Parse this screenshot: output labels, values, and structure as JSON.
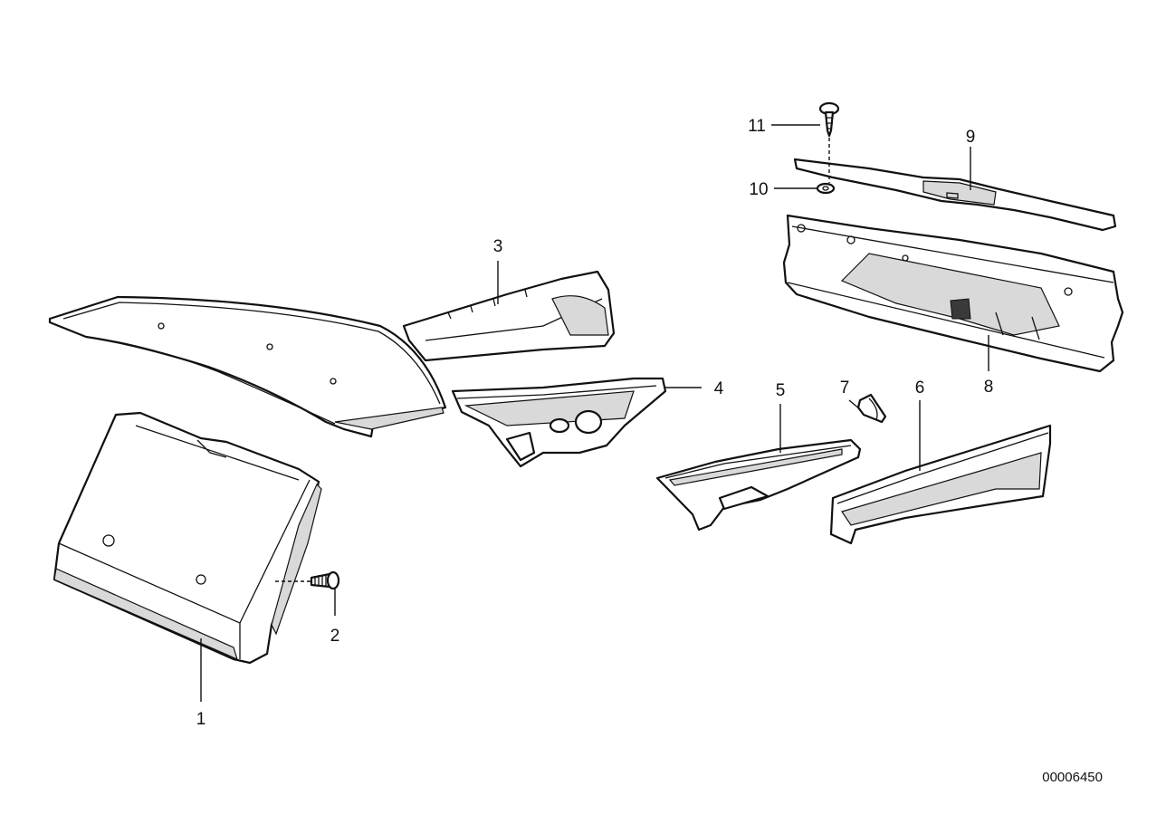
{
  "callouts": [
    {
      "id": "1",
      "label": "1"
    },
    {
      "id": "2",
      "label": "2"
    },
    {
      "id": "3",
      "label": "3"
    },
    {
      "id": "4",
      "label": "4"
    },
    {
      "id": "5",
      "label": "5"
    },
    {
      "id": "6",
      "label": "6"
    },
    {
      "id": "7",
      "label": "7"
    },
    {
      "id": "8",
      "label": "8"
    },
    {
      "id": "9",
      "label": "9"
    },
    {
      "id": "10",
      "label": "10"
    },
    {
      "id": "11",
      "label": "11"
    }
  ],
  "document_number": "00006450"
}
